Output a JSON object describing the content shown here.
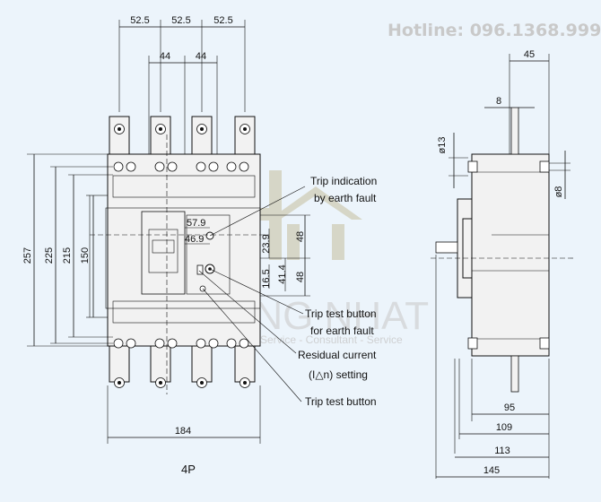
{
  "hotline": "Hotline: 096.1368.999",
  "watermark": {
    "brand": "HOANG NHAT",
    "tagline": "Service - Consultant - Service"
  },
  "front_view": {
    "dims_top": [
      "52.5",
      "52.5",
      "52.5"
    ],
    "dims_terminal": [
      "44",
      "44"
    ],
    "dims_left": [
      "257",
      "225",
      "215",
      "150"
    ],
    "dims_bottom": "184",
    "dims_inner": [
      "57.9",
      "46.9",
      "23.9",
      "16.5",
      "41.4",
      "48",
      "48"
    ],
    "model": "4P"
  },
  "callouts": {
    "trip_indication_line1": "Trip indication",
    "trip_indication_line2": "by earth fault",
    "trip_test_earth_line1": "Trip test button",
    "trip_test_earth_line2": "for earth fault",
    "residual_line1": "Residual current",
    "residual_line2": "(I△n) setting",
    "trip_test": "Trip test button"
  },
  "side_view": {
    "dim_top": "45",
    "dim_shaft": "8",
    "dim_hole_left": "ø13",
    "dim_hole_right": "ø8",
    "dims_bottom": [
      "95",
      "109",
      "113",
      "145"
    ]
  }
}
